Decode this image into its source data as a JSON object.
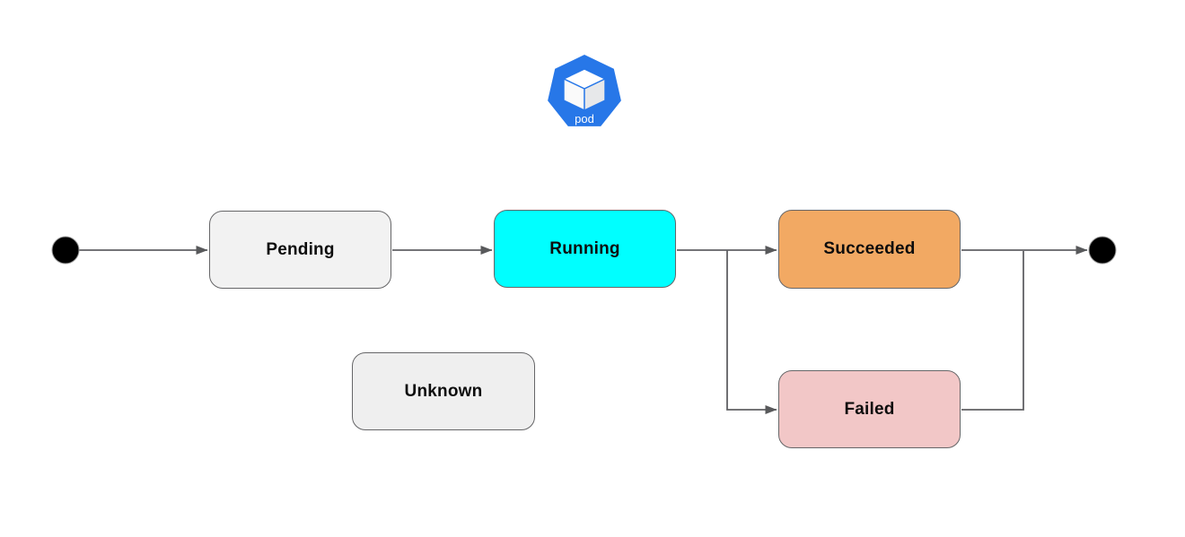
{
  "diagram": {
    "type": "state-machine",
    "subject_icon": {
      "name": "kubernetes-pod",
      "label": "pod",
      "color": "#2777E8",
      "label_color": "#FFFFFF",
      "cube_top_fill": "#FFFFFF",
      "cube_left_fill": "#FAFAFA",
      "cube_right_fill": "#E7E8EA"
    },
    "line_color": "#606164",
    "arrowhead_color": "#58595B",
    "terminal_color": "#000000",
    "states": [
      {
        "label": "Pending",
        "fill": "#F2F2F2",
        "border": "#666668"
      },
      {
        "label": "Running",
        "fill": "#00FFFF",
        "border": "#666668"
      },
      {
        "label": "Succeeded",
        "fill": "#F2A963",
        "border": "#666668"
      },
      {
        "label": "Failed",
        "fill": "#F2C7C7",
        "border": "#666668"
      },
      {
        "label": "Unknown",
        "fill": "#EFEFEF",
        "border": "#666668"
      }
    ],
    "terminals": [
      {
        "name": "start"
      },
      {
        "name": "end"
      }
    ],
    "transitions": [
      {
        "from": "start",
        "to": "Pending"
      },
      {
        "from": "Pending",
        "to": "Running"
      },
      {
        "from": "Running",
        "to": "Succeeded"
      },
      {
        "from": "Running",
        "to": "Failed"
      },
      {
        "from": "Succeeded",
        "to": "end"
      },
      {
        "from": "Failed",
        "to": "end"
      }
    ]
  }
}
